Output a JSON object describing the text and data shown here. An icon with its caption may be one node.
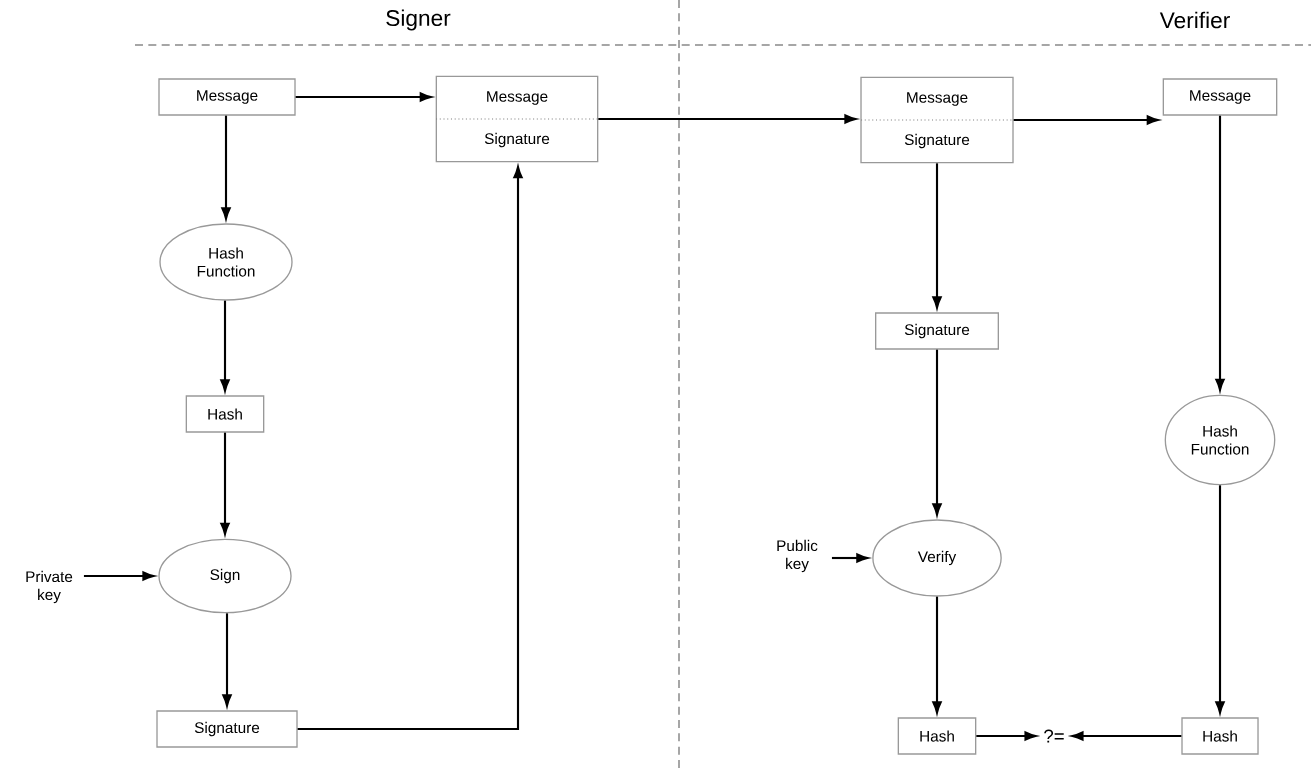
{
  "diagram": {
    "nodes": [
      {
        "text": [
          "Message"
        ]
      },
      {
        "text": [
          "Hash Function"
        ]
      },
      {
        "text": [
          "Hash"
        ]
      },
      {
        "text": [
          "Sign"
        ]
      },
      {
        "text": [
          "Private key"
        ]
      },
      {
        "text": [
          "Signature"
        ]
      },
      {
        "text": [
          "Message",
          "Signature"
        ]
      },
      {
        "text": [
          "Message",
          "Signature"
        ]
      },
      {
        "text": [
          "Message"
        ]
      },
      {
        "text": [
          "Signature"
        ]
      },
      {
        "text": [
          "Hash Function"
        ]
      },
      {
        "text": [
          "Verify"
        ]
      },
      {
        "text": [
          "Public key"
        ]
      },
      {
        "text": [
          "Hash"
        ]
      },
      {
        "text": [
          "?="
        ]
      },
      {
        "text": [
          "Hash"
        ]
      }
    ],
    "edges": [
      {
        "from": 0,
        "to": 6,
        "arrow": "to"
      },
      {
        "from": 0,
        "to": 1,
        "arrow": "to"
      },
      {
        "from": 1,
        "to": 2,
        "arrow": "to"
      },
      {
        "from": 2,
        "to": 3,
        "arrow": "to"
      },
      {
        "from": 4,
        "to": 3,
        "arrow": "to"
      },
      {
        "from": 3,
        "to": 5,
        "arrow": "to"
      },
      {
        "from": 5,
        "to": 6,
        "arrow": "to"
      },
      {
        "from": 6,
        "to": 7,
        "arrow": "to"
      },
      {
        "from": 7,
        "to": 8,
        "arrow": "to"
      },
      {
        "from": 7,
        "to": 9,
        "arrow": "to"
      },
      {
        "from": 9,
        "to": 11,
        "arrow": "to"
      },
      {
        "from": 12,
        "to": 11,
        "arrow": "to"
      },
      {
        "from": 11,
        "to": 13,
        "arrow": "to"
      },
      {
        "from": 8,
        "to": 10,
        "arrow": "to"
      },
      {
        "from": 10,
        "to": 15,
        "arrow": "to"
      },
      {
        "from": 13,
        "to": 14,
        "arrow": "to"
      },
      {
        "from": 15,
        "to": 14,
        "arrow": "to"
      }
    ],
    "labels": [
      "Signer",
      "Verifier"
    ]
  }
}
